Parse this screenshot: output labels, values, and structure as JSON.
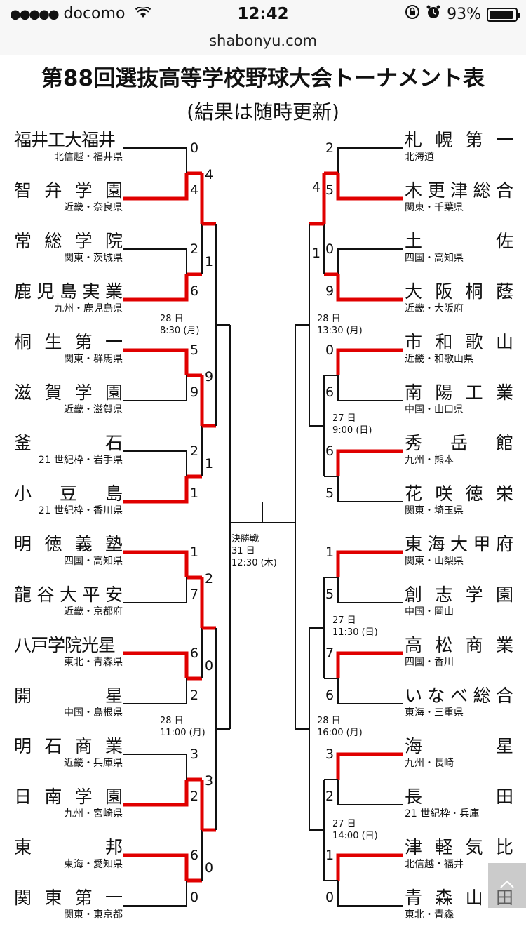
{
  "status_bar": {
    "signal": "●●●●●",
    "carrier": "docomo",
    "time": "12:42",
    "battery": "93%",
    "battery_level": 0.93
  },
  "address_bar": {
    "url": "shabonyu.com"
  },
  "page": {
    "title": "第88回選抜高等学校野球大会トーナメント表",
    "subtitle": "(結果は随時更新)"
  },
  "teams": {
    "left": [
      {
        "name": "福井工大福井",
        "region": "北信越・福井県"
      },
      {
        "name": "智弁学園",
        "region": "近畿・奈良県"
      },
      {
        "name": "常総学院",
        "region": "関東・茨城県"
      },
      {
        "name": "鹿児島実業",
        "region": "九州・鹿児島県"
      },
      {
        "name": "桐生第一",
        "region": "関東・群馬県"
      },
      {
        "name": "滋賀学園",
        "region": "近畿・滋賀県"
      },
      {
        "name": "釜石",
        "region": "21 世紀枠・岩手県"
      },
      {
        "name": "小豆島",
        "region": "21 世紀枠・香川県"
      },
      {
        "name": "明徳義塾",
        "region": "四国・高知県"
      },
      {
        "name": "龍谷大平安",
        "region": "近畿・京都府"
      },
      {
        "name": "八戸学院光星",
        "region": "東北・青森県"
      },
      {
        "name": "開星",
        "region": "中国・島根県"
      },
      {
        "name": "明石商業",
        "region": "近畿・兵庫県"
      },
      {
        "name": "日南学園",
        "region": "九州・宮崎県"
      },
      {
        "name": "東邦",
        "region": "東海・愛知県"
      },
      {
        "name": "関東第一",
        "region": "関東・東京都"
      }
    ],
    "right": [
      {
        "name": "札幌第一",
        "region": "北海道"
      },
      {
        "name": "木更津総合",
        "region": "関東・千葉県"
      },
      {
        "name": "土佐",
        "region": "四国・高知県"
      },
      {
        "name": "大阪桐蔭",
        "region": "近畿・大阪府"
      },
      {
        "name": "市和歌山",
        "region": "近畿・和歌山県"
      },
      {
        "name": "南陽工業",
        "region": "中国・山口県"
      },
      {
        "name": "秀岳館",
        "region": "九州・熊本"
      },
      {
        "name": "花咲徳栄",
        "region": "関東・埼玉県"
      },
      {
        "name": "東海大甲府",
        "region": "関東・山梨県"
      },
      {
        "name": "創志学園",
        "region": "中国・岡山"
      },
      {
        "name": "高松商業",
        "region": "四国・香川"
      },
      {
        "name": "いなべ総合",
        "region": "東海・三重県"
      },
      {
        "name": "海星",
        "region": "九州・長崎"
      },
      {
        "name": "長田",
        "region": "21 世紀枠・兵庫"
      },
      {
        "name": "津軽気比",
        "region": "北信越・福井"
      },
      {
        "name": "青森山田",
        "region": "東北・青森"
      }
    ]
  },
  "scores": {
    "left_r1": [
      "0",
      "4",
      "2",
      "6",
      "5",
      "9",
      "2",
      "1",
      "1",
      "7",
      "6",
      "2",
      "3",
      "2",
      "6",
      "0"
    ],
    "left_r2": [
      "4",
      "1",
      "9",
      "1",
      "2",
      "0",
      "3",
      "0"
    ],
    "right_r1": [
      "2",
      "5",
      "0",
      "9",
      "0",
      "6",
      "6",
      "5",
      "1",
      "5",
      "7",
      "6",
      "3",
      "2",
      "1",
      "0"
    ],
    "right_r2": [
      "4",
      "1"
    ]
  },
  "schedule": {
    "left_top": "28 日\n8:30 (月)",
    "left_bottom": "28 日\n11:00 (月)",
    "right_top": "28 日\n13:30 (月)",
    "right_mid1": "27 日\n9:00 (日)",
    "right_mid2": "27 日\n11:30 (日)",
    "right_bottom": "28 日\n16:00 (月)",
    "right_mid3": "27 日\n14:00 (日)",
    "final": "決勝戦\n31 日\n12:30 (木)"
  },
  "colors": {
    "win_line": "#e00000",
    "line": "#111111"
  }
}
